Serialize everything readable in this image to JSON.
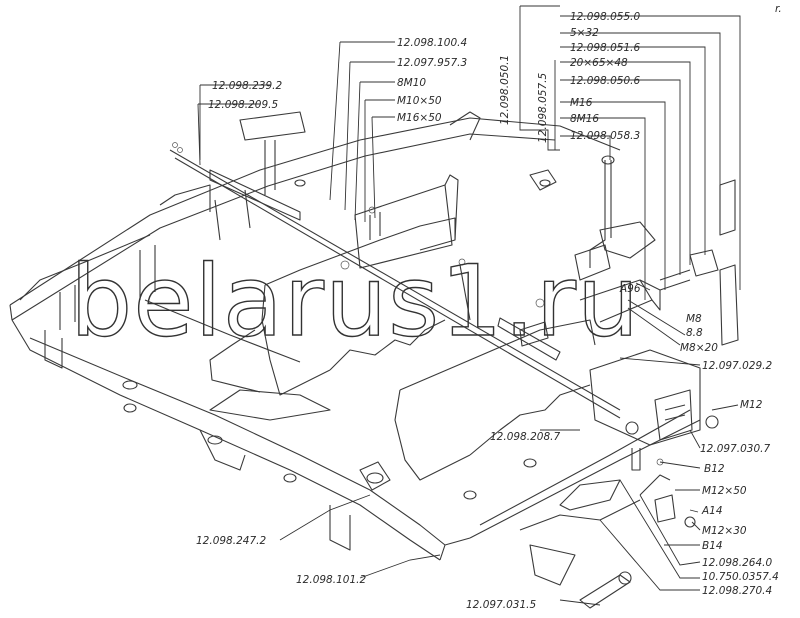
{
  "watermark": "belarus1.ru",
  "corner_mark": "r.",
  "labels_top_right": {
    "vert_a": "12.098.050.1",
    "vert_b": "12.098.057.5",
    "l0": "12.098.055.0",
    "l1": "5×32",
    "l2": "12.098.051.6",
    "l3": "20×65×48",
    "l4": "12.098.050.6",
    "l5": "M16",
    "l6": "8M16",
    "l7": "12.098.058.3"
  },
  "labels_top_mid": {
    "l0": "12.098.100.4",
    "l1": "12.097.957.3",
    "l2": "8M10",
    "l3": "M10×50",
    "l4": "M16×50"
  },
  "labels_top_left": {
    "l0": "12.098.239.2",
    "l1": "12.098.209.5"
  },
  "labels_right": {
    "a96": "A96",
    "m8": "M8",
    "b8": "8.8",
    "m8x20": "M8×20",
    "r1": "12.097.029.2",
    "m12": "M12",
    "r2": "12.097.030.7",
    "b12": "B12",
    "m12x50": "M12×50",
    "a14": "A14",
    "m12x30": "M12×30",
    "b14": "B14",
    "r3": "12.098.264.0",
    "r4": "10.750.0357.4",
    "r5": "12.098.270.4"
  },
  "labels_bottom": {
    "c1": "12.098.208.7",
    "b1": "12.098.247.2",
    "b2": "12.098.101.2",
    "b3": "12.097.031.5"
  }
}
